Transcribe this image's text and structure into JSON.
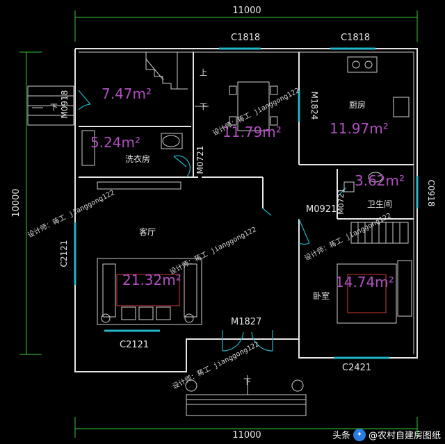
{
  "dimensions": {
    "top": "11000",
    "bottom": "11000",
    "left": "10000"
  },
  "windows": {
    "c1818_a": "C1818",
    "c1818_b": "C1818",
    "c2121_left": "C2121",
    "c2121_bottom": "C2121",
    "c2421": "C2421",
    "c0918": "C0918",
    "m1824": "M1824"
  },
  "doors": {
    "m0918": "M0918",
    "m0721_a": "M0721",
    "m0721_b": "M0721",
    "m0921": "M0921",
    "m1827": "M1827"
  },
  "stairs": {
    "up": "上",
    "down_a": "下",
    "down_b": "下",
    "down_c": "下"
  },
  "rooms": {
    "stair_area": "7.47m²",
    "laundry_area": "5.24m²",
    "laundry_name": "洗衣房",
    "dining_area": "11.79m²",
    "kitchen_area": "11.97m²",
    "kitchen_name": "厨房",
    "bath_area": "3.62m²",
    "bath_name": "卫生间",
    "living_area": "21.32m²",
    "living_name": "客厅",
    "bedroom_area": "14.74m²",
    "bedroom_name": "卧室"
  },
  "watermarks": [
    "设计师：蒋工 jianggong122",
    "设计师：蒋工 jianggong122",
    "设计师：蒋工 jianggong122",
    "设计师：蒋工 jianggong122",
    "设计师：蒋工 jianggong122"
  ],
  "badge": {
    "prefix": "头条",
    "author": "@农村自建房图纸",
    "icon": "toutiao-logo-icon"
  },
  "colors": {
    "wall": "#e6e6e6",
    "dimension": "#39c63a",
    "window": "#21b6c8",
    "area_text": "#b04fc0"
  }
}
